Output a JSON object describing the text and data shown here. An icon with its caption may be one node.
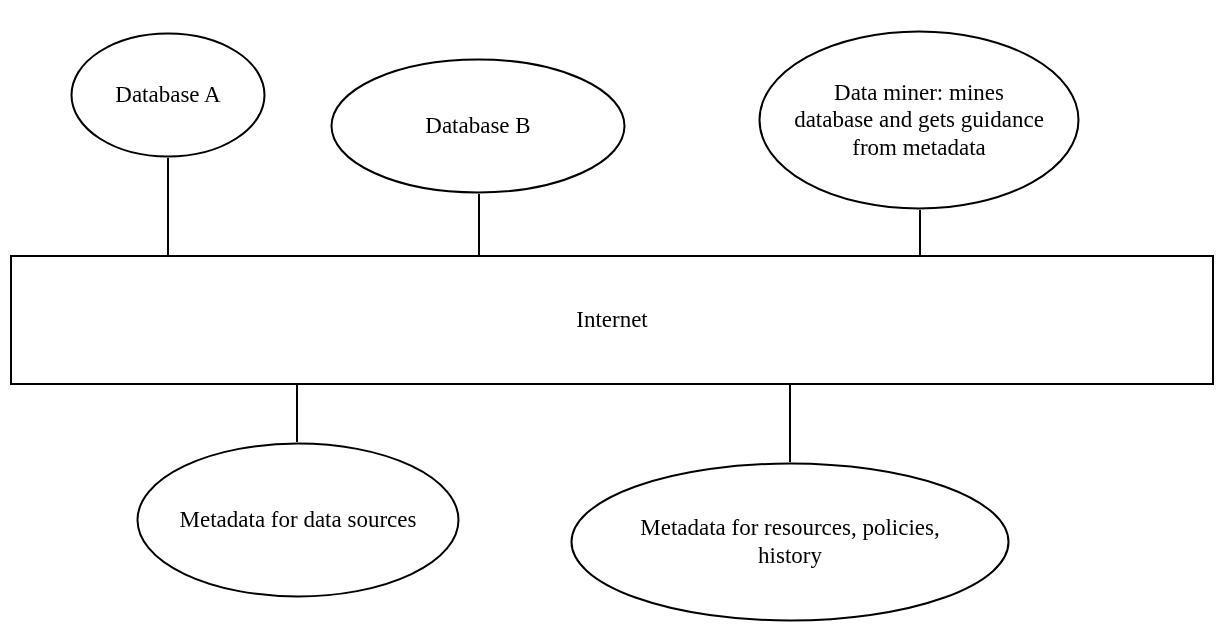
{
  "diagram": {
    "nodes": [
      {
        "text": [
          "Database A"
        ]
      },
      {
        "text": [
          "Database B"
        ]
      },
      {
        "text": [
          "Data miner: mines database and gets guidance from metadata"
        ]
      },
      {
        "text": [
          "Internet"
        ]
      },
      {
        "text": [
          "Metadata for data sources"
        ]
      },
      {
        "text": [
          "Metadata for resources, policies, history"
        ]
      }
    ],
    "edges": [
      {
        "from": 0,
        "to": 3,
        "arrow": "none"
      },
      {
        "from": 1,
        "to": 3,
        "arrow": "none"
      },
      {
        "from": 2,
        "to": 3,
        "arrow": "none"
      },
      {
        "from": 4,
        "to": 3,
        "arrow": "none"
      },
      {
        "from": 5,
        "to": 3,
        "arrow": "none"
      }
    ]
  }
}
